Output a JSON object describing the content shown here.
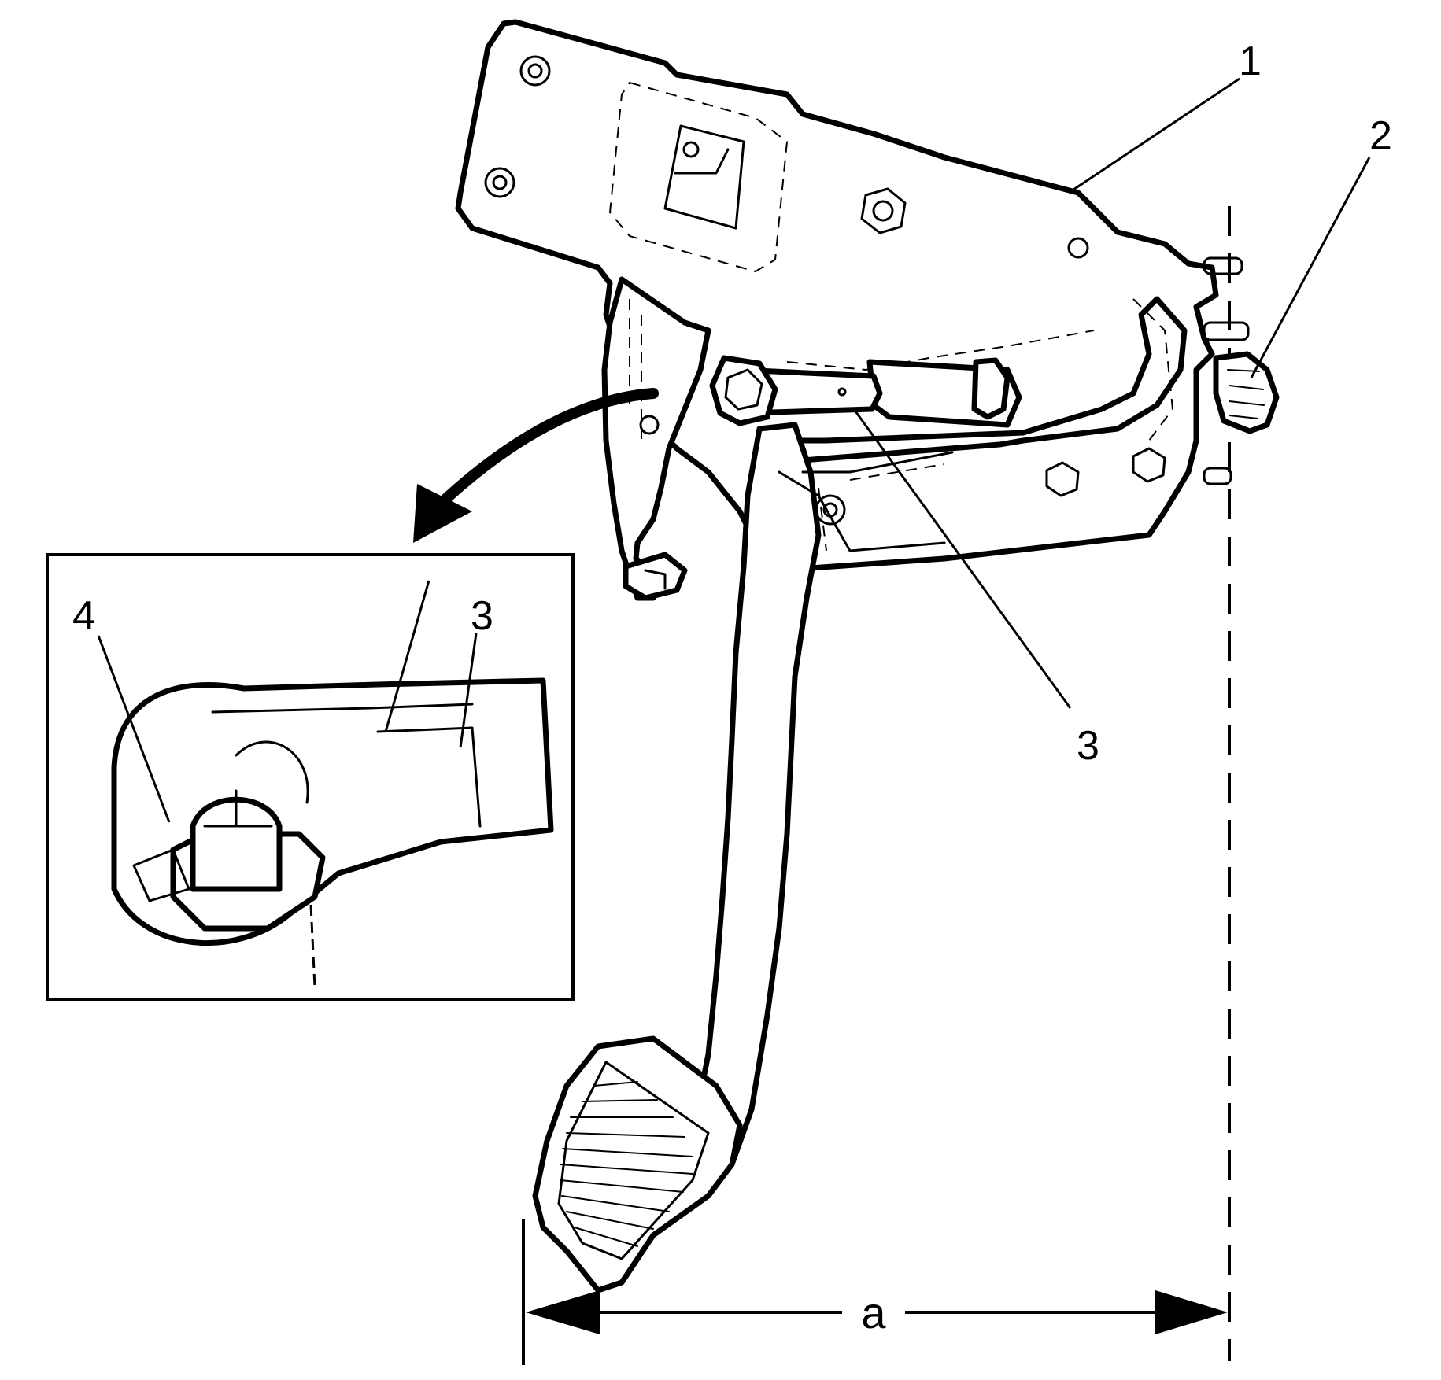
{
  "figure": {
    "callouts": {
      "bracket": "1",
      "switch": "2",
      "pushrod_main": "3",
      "pushrod_detail": "3",
      "retainer_detail": "4"
    },
    "dimension_label": "a"
  }
}
